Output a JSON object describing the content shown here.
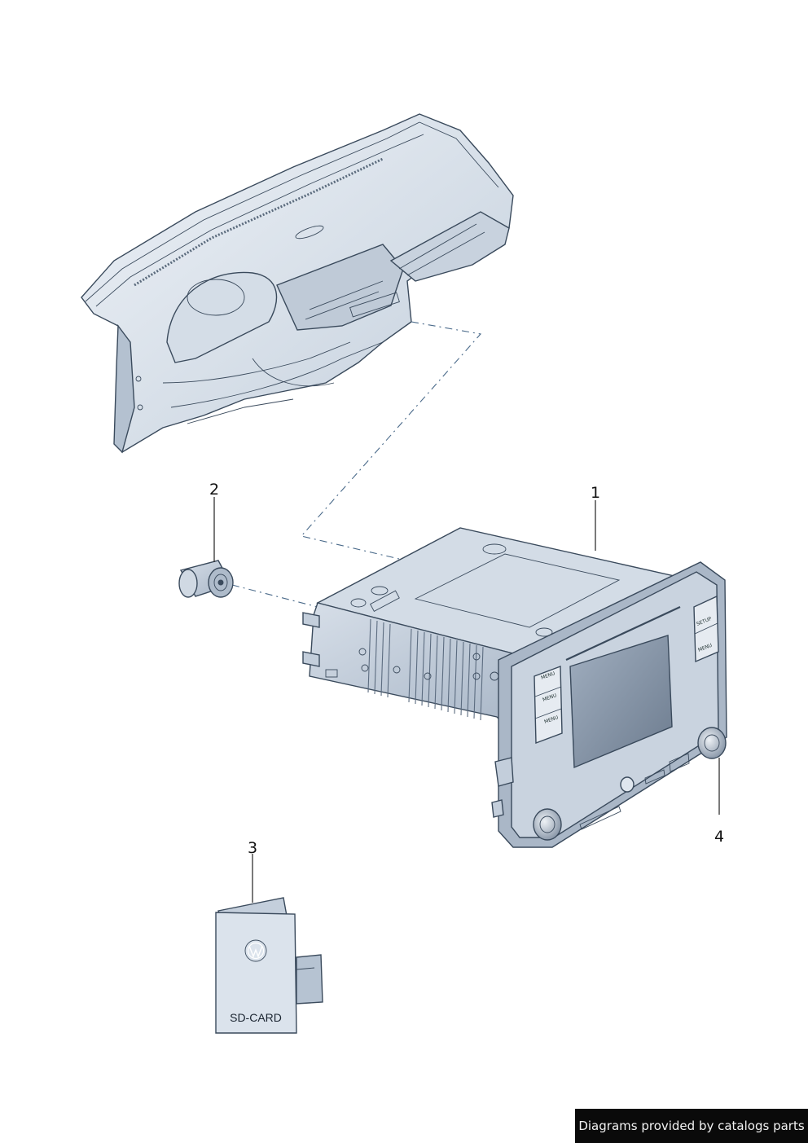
{
  "callouts": {
    "c1": "1",
    "c2": "2",
    "c3": "3",
    "c4": "4"
  },
  "radio": {
    "left_buttons": [
      "MENU",
      "MENU",
      "MENU"
    ],
    "right_buttons": [
      "SETUP",
      "MENU"
    ]
  },
  "sd_card": {
    "label": "SD-CARD"
  },
  "footer": {
    "text": "Diagrams provided by catalogs parts"
  },
  "colors": {
    "part_fill": "#c9d3df",
    "part_shadow": "#97a6b8",
    "screen": "#7f8ea1",
    "outline": "#3a4a5c",
    "dash": "#4a6a8a"
  }
}
